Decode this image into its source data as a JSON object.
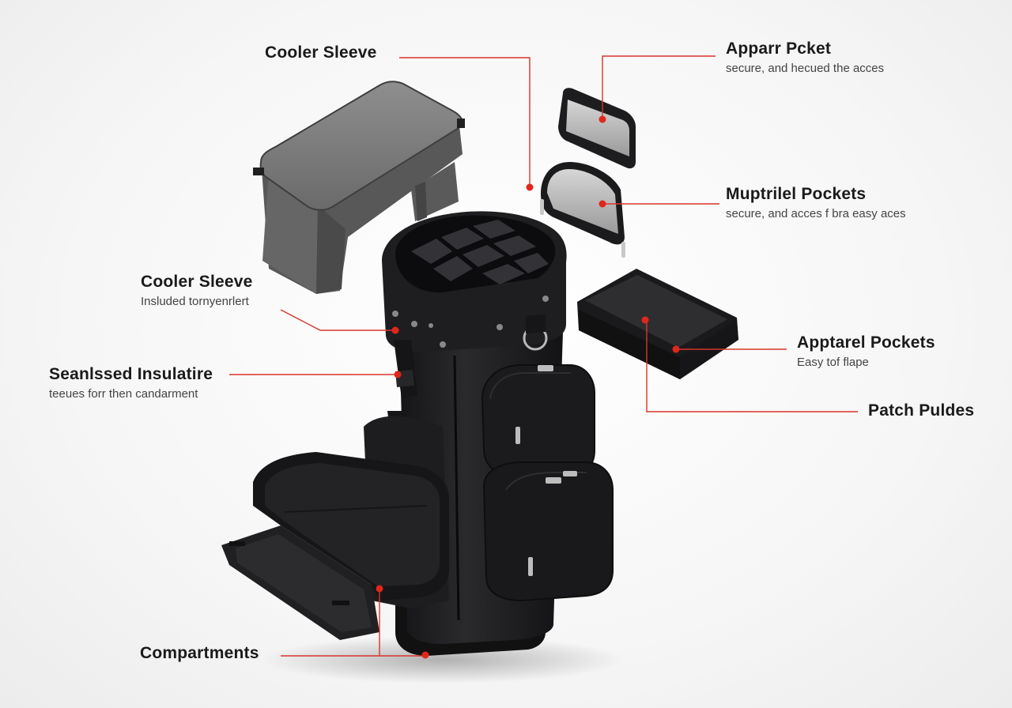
{
  "labels": {
    "cooler_sleeve_top": {
      "title": "Cooler Sleeve"
    },
    "apparel_pocket_top": {
      "title": "Apparr Pcket",
      "sub": "secure, and hecued the acces"
    },
    "multiple_pockets": {
      "title": "Muptrilel Pockets",
      "sub": "secure, and acces f bra easy aces"
    },
    "cooler_sleeve_left": {
      "title": "Cooler Sleeve",
      "sub": "Insluded tornyenrlert"
    },
    "seamless_insulation": {
      "title": "Seanlssed Insulatire",
      "sub": "teeues forr then candarment"
    },
    "apparel_pockets_right": {
      "title": "Apptarel Pockets",
      "sub": "Easy tof flape"
    },
    "patch_pulls": {
      "title": "Patch Puldes"
    },
    "compartments": {
      "title": "Compartments"
    }
  },
  "colors": {
    "leader": "#d9342b",
    "dot": "#e0271c",
    "bag": "#1c1c1e",
    "sleeve": "#707070"
  }
}
